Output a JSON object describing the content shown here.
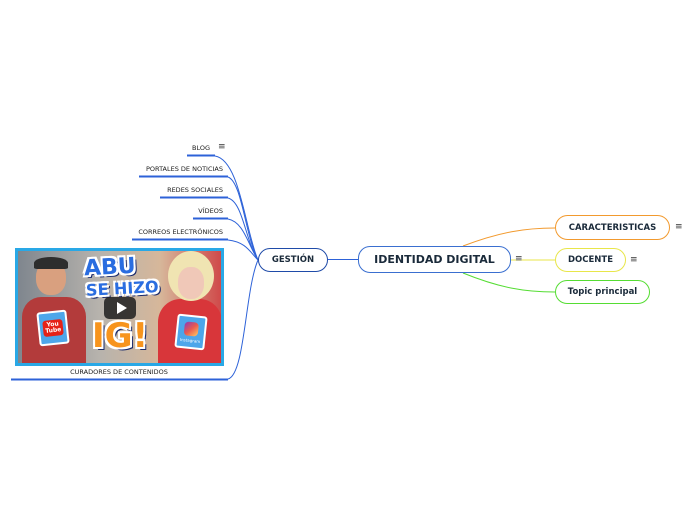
{
  "central": {
    "label": "IDENTIDAD DIGITAL"
  },
  "gestion": {
    "label": "GESTIÓN",
    "children": [
      {
        "label": "BLOG",
        "has_note": true
      },
      {
        "label": "PORTALES DE NOTICIAS"
      },
      {
        "label": "REDES SOCIALES"
      },
      {
        "label": "VÍDEOS"
      },
      {
        "label": "CORREOS ELECTRÓNICOS"
      },
      {
        "label": "CURADORES DE CONTENIDOS",
        "has_video": true
      }
    ]
  },
  "right_topics": [
    {
      "label": "CARACTERISTICAS",
      "has_note": true,
      "color": "#f29a2e"
    },
    {
      "label": "DOCENTE",
      "has_note": true,
      "color": "#e8e64a"
    },
    {
      "label": "Topic principal",
      "color": "#55dd33"
    }
  ],
  "video": {
    "title_line1": "ABU",
    "title_line2": "SE HIZO",
    "title_line3": "IG!",
    "youtube_label": "You Tube",
    "instagram_label": "Instagram",
    "play_icon": "play-icon"
  },
  "icons": {
    "note": "≡"
  },
  "colors": {
    "gestion_branch": "#2d62d8",
    "central_border": "#3a6fd0",
    "video_border": "#29a8e6"
  }
}
